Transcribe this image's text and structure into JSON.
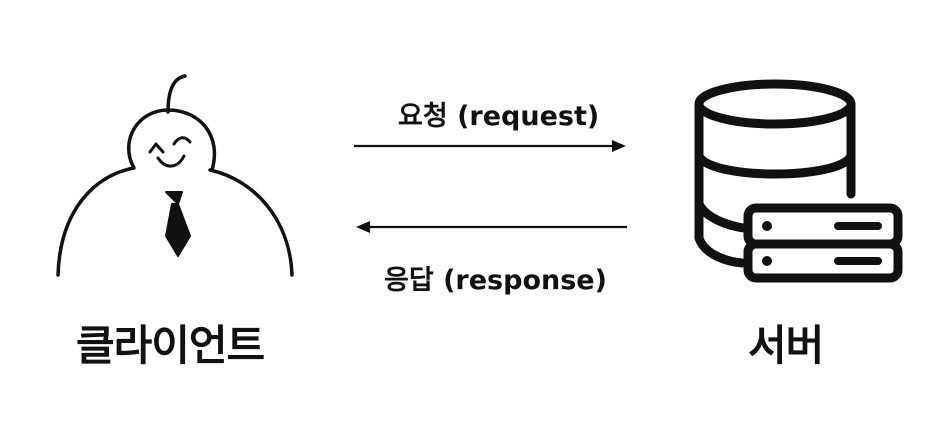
{
  "diagram": {
    "client": {
      "label": "클라이언트"
    },
    "server": {
      "label": "서버"
    },
    "request": {
      "label": "요청 (request)"
    },
    "response": {
      "label": "응답 (response)"
    }
  },
  "colors": {
    "stroke": "#111111",
    "background": "#ffffff"
  },
  "icons": {
    "client": "person-with-tie-icon",
    "server": "database-server-icon"
  }
}
